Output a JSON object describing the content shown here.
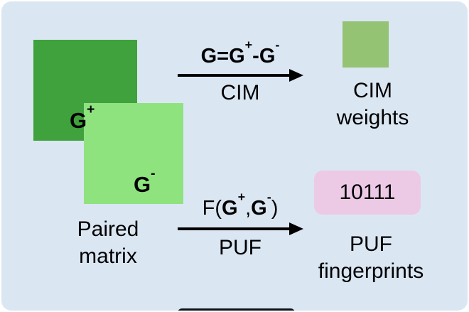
{
  "colors": {
    "background": "#ffffff",
    "panel": "#dbe6f3",
    "dark_green": "#3fa23c",
    "light_green": "#8fe37f",
    "weights_green": "#93c373",
    "pink": "#eccae6",
    "arrow": "#000000",
    "text": "#000000",
    "bottom_bar": "#0d1117"
  },
  "matrices": {
    "g_plus": {
      "base": "G",
      "sup": "+"
    },
    "g_minus": {
      "base": "G",
      "sup": "-"
    },
    "caption_line1": "Paired",
    "caption_line2": "matrix"
  },
  "cim_flow": {
    "equation": {
      "p1": "G=G",
      "sup1": "+",
      "p2": "-G",
      "sup2": "-"
    },
    "label": "CIM",
    "result_caption_line1": "CIM",
    "result_caption_line2": "weights"
  },
  "puf_flow": {
    "function": {
      "p1": "F(",
      "g1": "G",
      "sup1": "+",
      "comma": ",",
      "g2": "G",
      "sup2": "-",
      "p2": ")"
    },
    "label": "PUF",
    "fingerprint": "10111",
    "result_caption_line1": "PUF",
    "result_caption_line2": "fingerprints"
  }
}
